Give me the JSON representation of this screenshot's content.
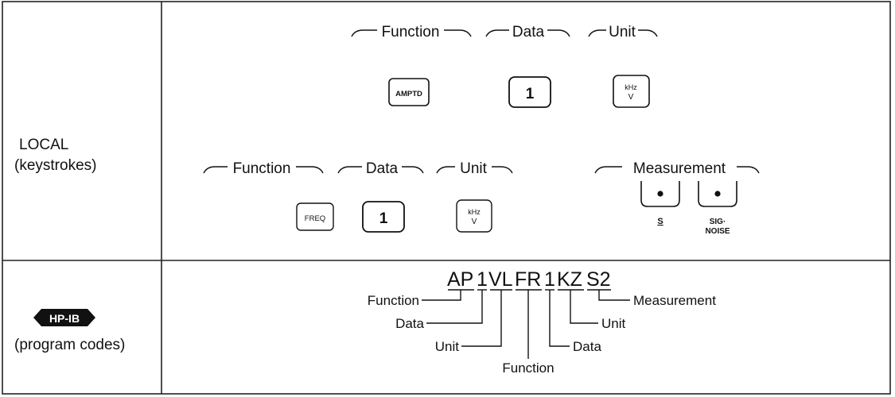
{
  "local": {
    "title": "LOCAL",
    "subtitle": "(keystrokes)",
    "row1": {
      "labels": {
        "function": "Function",
        "data": "Data",
        "unit": "Unit"
      },
      "keys": {
        "function": "AMPTD",
        "data": "1",
        "unit_top": "kHz",
        "unit_bottom": "V"
      }
    },
    "row2": {
      "labels": {
        "function": "Function",
        "data": "Data",
        "unit": "Unit",
        "measurement": "Measurement"
      },
      "keys": {
        "function": "FREQ",
        "data": "1",
        "unit_top": "kHz",
        "unit_bottom": "V",
        "meas1_label": "S",
        "meas2_label_top": "SIG·",
        "meas2_label_bottom": "NOISE"
      }
    }
  },
  "hpib": {
    "logo": "HP-IB",
    "subtitle": "(program codes)",
    "code_segments": [
      "AP",
      "1",
      "VL",
      "FR",
      "1",
      "KZ",
      "S2"
    ],
    "callouts": {
      "function1": "Function",
      "data1": "Data",
      "unit1": "Unit",
      "function2": "Function",
      "data2": "Data",
      "unit2": "Unit",
      "measurement": "Measurement"
    }
  }
}
